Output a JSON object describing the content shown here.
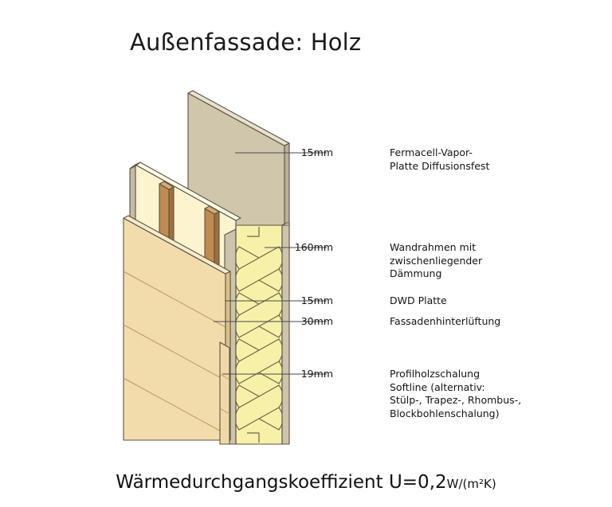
{
  "title": "Außenfassade: Holz",
  "caption": {
    "main": "Wärmedurchgangskoeffizient U=0,2",
    "unit": "W/(m²K)"
  },
  "colors": {
    "fermacell_panel": "#cfc6ab",
    "fermacell_panel_top": "#d8d0ba",
    "cavity_light": "#fcf4cf",
    "stud_brown": "#c08b50",
    "stud_brown_dark": "#a06f3c",
    "siding_wheat": "#f2dcab",
    "siding_wheat_dark": "#e0c48c",
    "insulation_yellow": "#f7f0a8",
    "dwd_grey": "#cdc5ab",
    "outline": "#5b5343",
    "leader_line": "#4a4a4a",
    "text": "#141414"
  },
  "layers": [
    {
      "id": "fermacell",
      "thickness": "15mm",
      "name": "Fermacell-Vapor-\nPlatte Diffusionsfest"
    },
    {
      "id": "wandrahmen",
      "thickness": "160mm",
      "name": "Wandrahmen mit\nzwischenliegender\nDämmung"
    },
    {
      "id": "dwd",
      "thickness": "15mm",
      "name": "DWD Platte"
    },
    {
      "id": "hinterlueftung",
      "thickness": "30mm",
      "name": "Fassadenhinterlüftung"
    },
    {
      "id": "profilholzschalung",
      "thickness": "19mm",
      "name": "Profilholzschalung\nSoftline (alternativ:\nStülp-, Trapez-, Rhombus-,\nBlockbohlenschalung)"
    }
  ]
}
